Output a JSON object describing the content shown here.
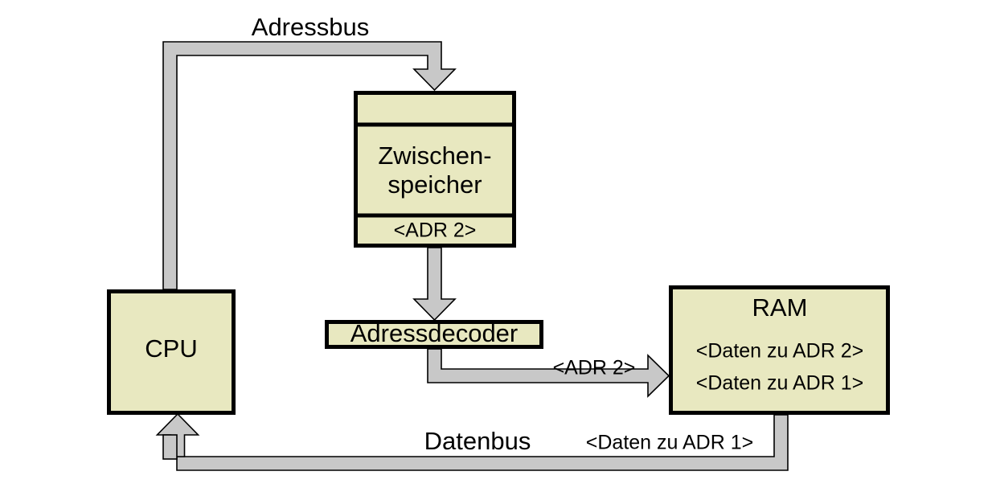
{
  "diagram": {
    "title_text_visible": false,
    "colors": {
      "box_fill": "#e8e8c0",
      "box_border": "#000000",
      "bus_fill": "#c8c8c8",
      "bus_outline": "#000000",
      "background": "#ffffff",
      "text": "#000000"
    },
    "nodes": {
      "cpu": {
        "label": "CPU"
      },
      "zwischenspeicher": {
        "section_top_label": "",
        "label_line1": "Zwischen-",
        "label_line2": "speicher",
        "section_bottom_label": "<ADR 2>"
      },
      "adressdecoder": {
        "label": "Adressdecoder"
      },
      "ram": {
        "title": "RAM",
        "row1": "<Daten zu ADR 2>",
        "row2": "<Daten zu ADR 1>"
      }
    },
    "edges": {
      "adressbus": {
        "label": "Adressbus"
      },
      "adr2_to_ram": {
        "label": "<ADR 2>"
      },
      "datenbus": {
        "label": "Datenbus",
        "payload_label": "<Daten zu ADR 1>"
      }
    }
  }
}
